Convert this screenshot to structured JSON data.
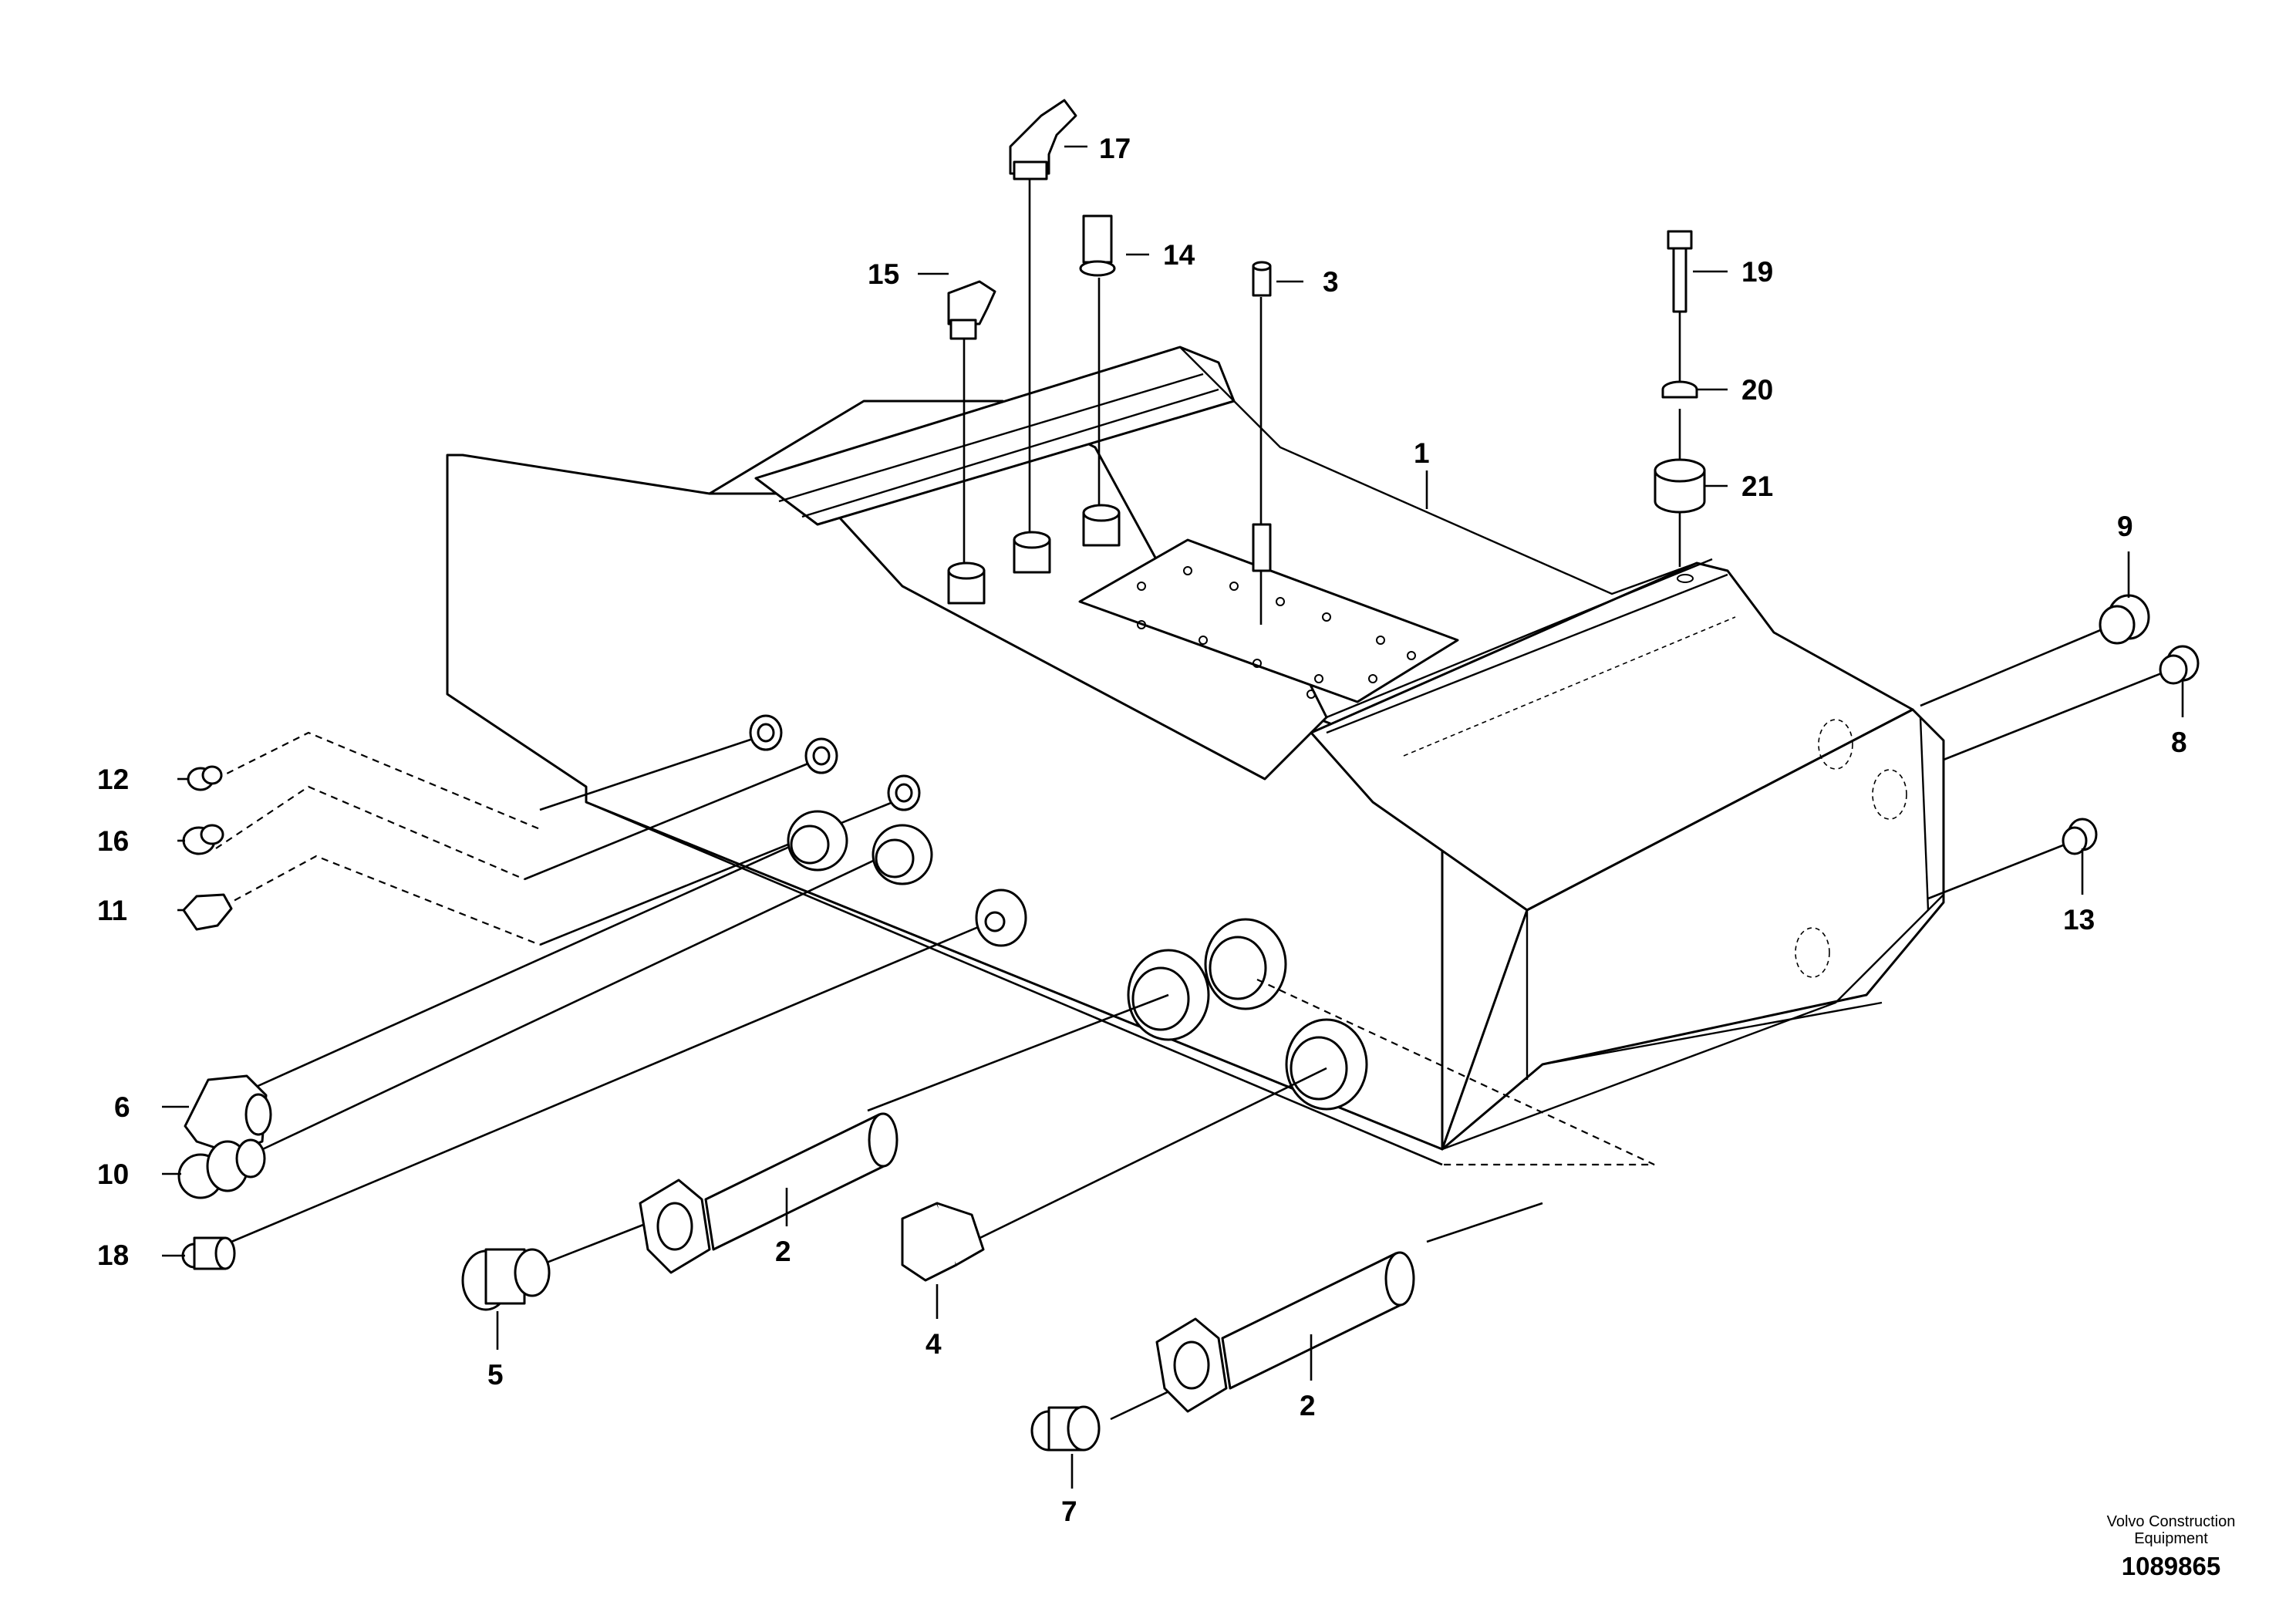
{
  "diagram": {
    "callouts": [
      {
        "id": "1",
        "label": "1"
      },
      {
        "id": "2a",
        "label": "2"
      },
      {
        "id": "2b",
        "label": "2"
      },
      {
        "id": "3",
        "label": "3"
      },
      {
        "id": "4",
        "label": "4"
      },
      {
        "id": "5",
        "label": "5"
      },
      {
        "id": "6",
        "label": "6"
      },
      {
        "id": "7",
        "label": "7"
      },
      {
        "id": "8",
        "label": "8"
      },
      {
        "id": "9",
        "label": "9"
      },
      {
        "id": "10",
        "label": "10"
      },
      {
        "id": "11",
        "label": "11"
      },
      {
        "id": "12",
        "label": "12"
      },
      {
        "id": "13",
        "label": "13"
      },
      {
        "id": "14",
        "label": "14"
      },
      {
        "id": "15",
        "label": "15"
      },
      {
        "id": "16",
        "label": "16"
      },
      {
        "id": "17",
        "label": "17"
      },
      {
        "id": "18",
        "label": "18"
      },
      {
        "id": "19",
        "label": "19"
      },
      {
        "id": "20",
        "label": "20"
      },
      {
        "id": "21",
        "label": "21"
      }
    ]
  },
  "footer": {
    "brand_line1": "Volvo Construction",
    "brand_line2": "Equipment",
    "drawing_number": "1089865"
  }
}
